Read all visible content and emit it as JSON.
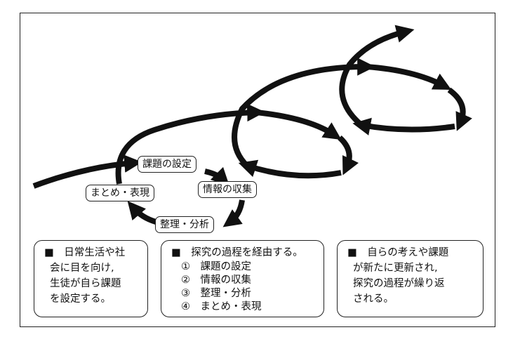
{
  "steps": {
    "set": "課題の設定",
    "collect": "情報の収集",
    "analyze": "整理・分析",
    "summary": "まとめ・表現"
  },
  "notes": [
    {
      "lines": [
        "■　日常生活や社",
        "会に目を向け,",
        "生徒が自ら課題",
        "を設定する。"
      ]
    },
    {
      "title": "■　探究の過程を経由する。",
      "items": [
        "①　課題の設定",
        "②　情報の収集",
        "③　整理・分析",
        "④　まとめ・表現"
      ]
    },
    {
      "lines": [
        "■　自らの考えや課題",
        "が新たに更新され,",
        "探究の過程が繰り返",
        "される。"
      ]
    }
  ],
  "colors": {
    "stroke": "#111111",
    "background": "#ffffff"
  }
}
